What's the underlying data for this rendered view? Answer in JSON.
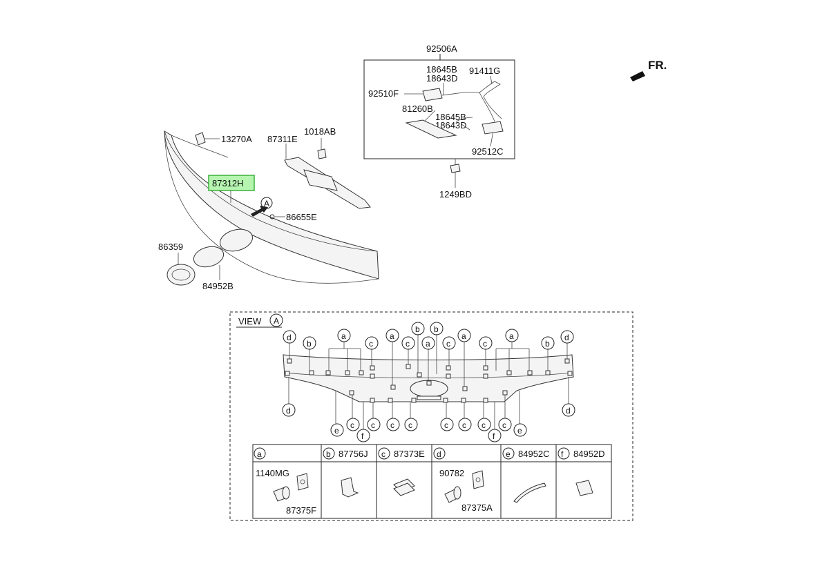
{
  "direction_label": "FR.",
  "labels": {
    "p92506A": "92506A",
    "p18645B_1": "18645B",
    "p18643D_1": "18643D",
    "p91411G": "91411G",
    "p92510F": "92510F",
    "p81260B": "81260B",
    "p18645B_2": "18645B",
    "p18643D_2": "18643D",
    "p92512C": "92512C",
    "p1249BD": "1249BD",
    "p13270A": "13270A",
    "p87311E": "87311E",
    "p1018AB": "1018AB",
    "p87312H": "87312H",
    "p86655E": "86655E",
    "pA_arrow": "A",
    "p86359": "86359",
    "p84952B": "84952B"
  },
  "view": {
    "title": "VIEW",
    "ref": "A"
  },
  "callouts_top": [
    "d",
    "b",
    "a",
    "c",
    "a",
    "c",
    "b",
    "a",
    "b",
    "c",
    "a",
    "c",
    "a",
    "b",
    "d"
  ],
  "callouts_bottom": [
    "d",
    "e",
    "c",
    "f",
    "c",
    "c",
    "c",
    "c",
    "c",
    "c",
    "f",
    "c",
    "e",
    "d"
  ],
  "legend": [
    {
      "letter": "a",
      "part": "",
      "sub1": "1140MG",
      "sub2": "87375F"
    },
    {
      "letter": "b",
      "part": "87756J",
      "sub1": "",
      "sub2": ""
    },
    {
      "letter": "c",
      "part": "87373E",
      "sub1": "",
      "sub2": ""
    },
    {
      "letter": "d",
      "part": "",
      "sub1": "90782",
      "sub2": "87375A"
    },
    {
      "letter": "e",
      "part": "84952C",
      "sub1": "",
      "sub2": ""
    },
    {
      "letter": "f",
      "part": "84952D",
      "sub1": "",
      "sub2": ""
    }
  ],
  "colors": {
    "highlight_fill": "#b6f5b0",
    "highlight_stroke": "#3ab03a"
  }
}
